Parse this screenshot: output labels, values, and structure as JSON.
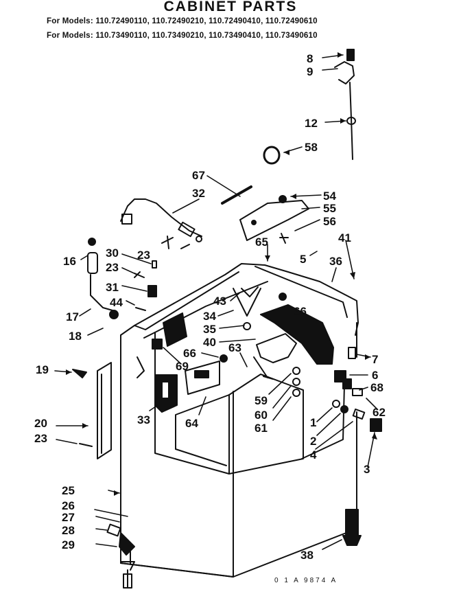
{
  "title": "CABINET PARTS",
  "models": [
    "For Models: 110.72490110, 110.72490210, 110.72490410, 110.72490610",
    "For Models: 110.73490110, 110.73490210, 110.73490410, 110.73490610"
  ],
  "footer": "0 1      A 9874 A",
  "callouts": {
    "p8": "8",
    "p9": "9",
    "p12": "12",
    "p58": "58",
    "p67": "67",
    "p32": "32",
    "p54": "54",
    "p55": "55",
    "p56": "56",
    "p65": "65",
    "p41": "41",
    "p16": "16",
    "p30": "30",
    "p23a": "23",
    "p23b": "23",
    "p5": "5",
    "p36": "36",
    "p31": "31",
    "p44": "44",
    "p43": "43",
    "p34": "34",
    "p35": "35",
    "p66a": "66",
    "p17": "17",
    "p18": "18",
    "p40": "40",
    "p66b": "66",
    "p63": "63",
    "p69": "69",
    "p7": "7",
    "p6": "6",
    "p68": "68",
    "p19": "19",
    "p59": "59",
    "p60": "60",
    "p61": "61",
    "p62": "62",
    "p1": "1",
    "p2": "2",
    "p4": "4",
    "p3": "3",
    "p20": "20",
    "p23c": "23",
    "p33": "33",
    "p64": "64",
    "p25": "25",
    "p26": "26",
    "p27": "27",
    "p28": "28",
    "p29": "29",
    "p38": "38"
  }
}
